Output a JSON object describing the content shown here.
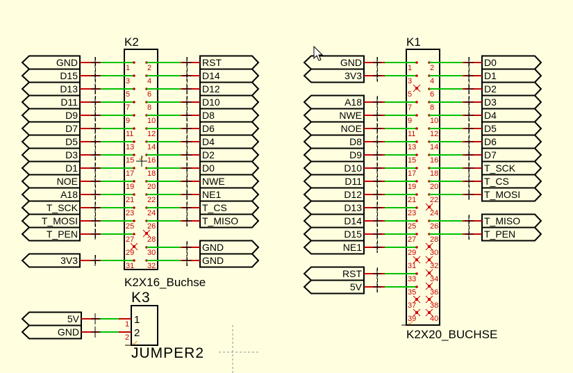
{
  "colors": {
    "background": "#ffffe0",
    "wire": "#00c000",
    "pin_stub": "#c00000",
    "pin_number": "#c80000",
    "outline": "#000000",
    "no_connect": "#d00000",
    "anchor_mark": "#e08000",
    "crosshair": "#909090"
  },
  "components": {
    "k2": {
      "refdes": "K2",
      "value": "K2X16_Buchse",
      "left_pins": [
        {
          "pin": "1",
          "net": "GND"
        },
        {
          "pin": "3",
          "net": "D15"
        },
        {
          "pin": "5",
          "net": "D13"
        },
        {
          "pin": "7",
          "net": "D11"
        },
        {
          "pin": "9",
          "net": "D9"
        },
        {
          "pin": "11",
          "net": "D7"
        },
        {
          "pin": "13",
          "net": "D5"
        },
        {
          "pin": "15",
          "net": "D3"
        },
        {
          "pin": "17",
          "net": "D1"
        },
        {
          "pin": "19",
          "net": "NOE"
        },
        {
          "pin": "21",
          "net": "A18"
        },
        {
          "pin": "23",
          "net": "T_SCK"
        },
        {
          "pin": "25",
          "net": "T_MOSI"
        },
        {
          "pin": "27",
          "net": "T_PEN"
        },
        {
          "pin": "29",
          "net": null
        },
        {
          "pin": "31",
          "net": "3V3"
        }
      ],
      "right_pins": [
        {
          "pin": "2",
          "net": "RST"
        },
        {
          "pin": "4",
          "net": "D14"
        },
        {
          "pin": "6",
          "net": "D12"
        },
        {
          "pin": "8",
          "net": "D10"
        },
        {
          "pin": "10",
          "net": "D8"
        },
        {
          "pin": "12",
          "net": "D6"
        },
        {
          "pin": "14",
          "net": "D4"
        },
        {
          "pin": "16",
          "net": "D2"
        },
        {
          "pin": "18",
          "net": "D0"
        },
        {
          "pin": "20",
          "net": "NWE"
        },
        {
          "pin": "22",
          "net": "NE1"
        },
        {
          "pin": "24",
          "net": "T_CS"
        },
        {
          "pin": "26",
          "net": "T_MISO"
        },
        {
          "pin": "28",
          "net": null
        },
        {
          "pin": "30",
          "net": "GND"
        },
        {
          "pin": "32",
          "net": "GND"
        }
      ]
    },
    "k1": {
      "refdes": "K1",
      "value": "K2X20_BUCHSE",
      "left_pins": [
        {
          "pin": "1",
          "net": "GND"
        },
        {
          "pin": "3",
          "net": "3V3"
        },
        {
          "pin": "5",
          "net": null
        },
        {
          "pin": "7",
          "net": "A18"
        },
        {
          "pin": "9",
          "net": "NWE"
        },
        {
          "pin": "11",
          "net": "NOE"
        },
        {
          "pin": "13",
          "net": "D8"
        },
        {
          "pin": "15",
          "net": "D9"
        },
        {
          "pin": "17",
          "net": "D10"
        },
        {
          "pin": "19",
          "net": "D11"
        },
        {
          "pin": "21",
          "net": "D12"
        },
        {
          "pin": "23",
          "net": "D13"
        },
        {
          "pin": "25",
          "net": "D14"
        },
        {
          "pin": "27",
          "net": "D15"
        },
        {
          "pin": "29",
          "net": "NE1"
        },
        {
          "pin": "31",
          "net": null
        },
        {
          "pin": "33",
          "net": "RST"
        },
        {
          "pin": "35",
          "net": "5V"
        },
        {
          "pin": "37",
          "net": null
        },
        {
          "pin": "39",
          "net": null
        }
      ],
      "right_pins": [
        {
          "pin": "2",
          "net": "D0"
        },
        {
          "pin": "4",
          "net": "D1"
        },
        {
          "pin": "6",
          "net": "D2"
        },
        {
          "pin": "8",
          "net": "D3"
        },
        {
          "pin": "10",
          "net": "D4"
        },
        {
          "pin": "12",
          "net": "D5"
        },
        {
          "pin": "14",
          "net": "D6"
        },
        {
          "pin": "16",
          "net": "D7"
        },
        {
          "pin": "18",
          "net": "T_SCK"
        },
        {
          "pin": "20",
          "net": "T_CS"
        },
        {
          "pin": "22",
          "net": "T_MOSI"
        },
        {
          "pin": "24",
          "net": null
        },
        {
          "pin": "26",
          "net": "T_MISO"
        },
        {
          "pin": "28",
          "net": "T_PEN"
        },
        {
          "pin": "30",
          "net": null
        },
        {
          "pin": "32",
          "net": null
        },
        {
          "pin": "34",
          "net": null
        },
        {
          "pin": "36",
          "net": null
        },
        {
          "pin": "38",
          "net": null
        },
        {
          "pin": "40",
          "net": null
        }
      ]
    },
    "k3": {
      "refdes": "K3",
      "value": "JUMPER2",
      "pins": [
        {
          "pin": "1",
          "inner_label": "1",
          "net": "5V"
        },
        {
          "pin": "2",
          "inner_label": "2",
          "net": "GND"
        }
      ]
    }
  }
}
